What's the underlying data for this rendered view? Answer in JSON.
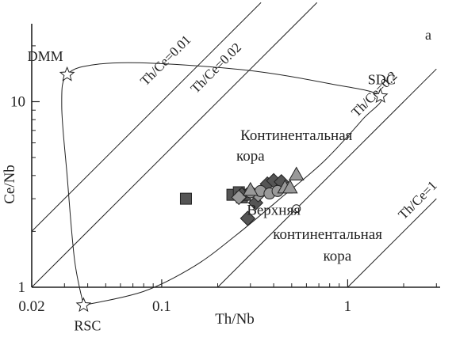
{
  "chart_data": {
    "type": "scatter",
    "panel_label": "а",
    "xlabel": "Th/Nb",
    "ylabel": "Ce/Nb",
    "x_scale": "log",
    "y_scale": "log",
    "xlim": [
      0.02,
      3
    ],
    "ylim": [
      1,
      25
    ],
    "x_ticks": [
      {
        "value": 0.02,
        "label": "0.02"
      },
      {
        "value": 0.1,
        "label": "0.1"
      },
      {
        "value": 1,
        "label": "1"
      }
    ],
    "y_ticks": [
      {
        "value": 1,
        "label": "1"
      },
      {
        "value": 10,
        "label": "10"
      }
    ],
    "grid": false,
    "reference_lines": [
      {
        "th_ce": 0.01,
        "label": "Th/Ce=0.01"
      },
      {
        "th_ce": 0.02,
        "label": "Th/Ce=0.02"
      },
      {
        "th_ce": 0.2,
        "label": "Th/Ce=0.2"
      },
      {
        "th_ce": 1,
        "label": "Th/Ce=1"
      }
    ],
    "end_members": [
      {
        "name": "DMM",
        "x": 0.031,
        "y": 14
      },
      {
        "name": "SDC",
        "x": 1.5,
        "y": 10.7
      },
      {
        "name": "RSC",
        "x": 0.038,
        "y": 0.8
      }
    ],
    "mixing_curve_points": [
      [
        0.038,
        0.8
      ],
      [
        0.034,
        1.4
      ],
      [
        0.031,
        4.0
      ],
      [
        0.029,
        9.5
      ],
      [
        0.031,
        14
      ],
      [
        0.045,
        15.9
      ],
      [
        0.09,
        16.1
      ],
      [
        0.3,
        14.7
      ],
      [
        0.8,
        12.5
      ],
      [
        1.5,
        10.7
      ],
      [
        1.2,
        8.0
      ],
      [
        0.75,
        4.8
      ],
      [
        0.45,
        3.1
      ],
      [
        0.25,
        1.9
      ],
      [
        0.15,
        1.3
      ],
      [
        0.08,
        0.95
      ],
      [
        0.038,
        0.8
      ]
    ],
    "annotations": [
      {
        "text": "Континентальная",
        "x": 0.53,
        "y": 6.2
      },
      {
        "text": "кора",
        "x": 0.3,
        "y": 4.8
      },
      {
        "text": "Верхняя",
        "x": 0.4,
        "y": 2.45
      },
      {
        "text": "континентальная",
        "x": 0.78,
        "y": 1.82
      },
      {
        "text": "кора",
        "x": 0.88,
        "y": 1.39
      }
    ],
    "series": [
      {
        "marker": "square",
        "fill": "#555555",
        "points": [
          [
            0.135,
            3.0
          ],
          [
            0.24,
            3.15
          ],
          [
            0.26,
            3.25
          ],
          [
            0.27,
            3.05
          ],
          [
            0.28,
            3.15
          ]
        ]
      },
      {
        "marker": "diamond",
        "fill": "#555555",
        "points": [
          [
            0.29,
            2.35
          ],
          [
            0.32,
            2.85
          ],
          [
            0.27,
            3.15
          ],
          [
            0.37,
            3.6
          ],
          [
            0.4,
            3.75
          ],
          [
            0.44,
            3.7
          ]
        ]
      },
      {
        "marker": "diamond",
        "fill": "#999999",
        "points": [
          [
            0.26,
            3.05
          ],
          [
            0.33,
            3.15
          ]
        ]
      },
      {
        "marker": "circle",
        "fill": "#999999",
        "points": [
          [
            0.3,
            3.25
          ],
          [
            0.34,
            3.3
          ],
          [
            0.38,
            3.2
          ],
          [
            0.42,
            3.3
          ]
        ]
      },
      {
        "marker": "circle",
        "fill": "#ffffff",
        "points": [
          [
            0.53,
            2.65
          ]
        ]
      },
      {
        "marker": "triangle",
        "fill": "#999999",
        "points": [
          [
            0.3,
            3.35
          ],
          [
            0.46,
            3.45
          ],
          [
            0.49,
            3.45
          ],
          [
            0.53,
            4.05
          ]
        ]
      }
    ],
    "colors": {
      "line": "#222222",
      "dark": "#555555",
      "light": "#999999"
    }
  }
}
